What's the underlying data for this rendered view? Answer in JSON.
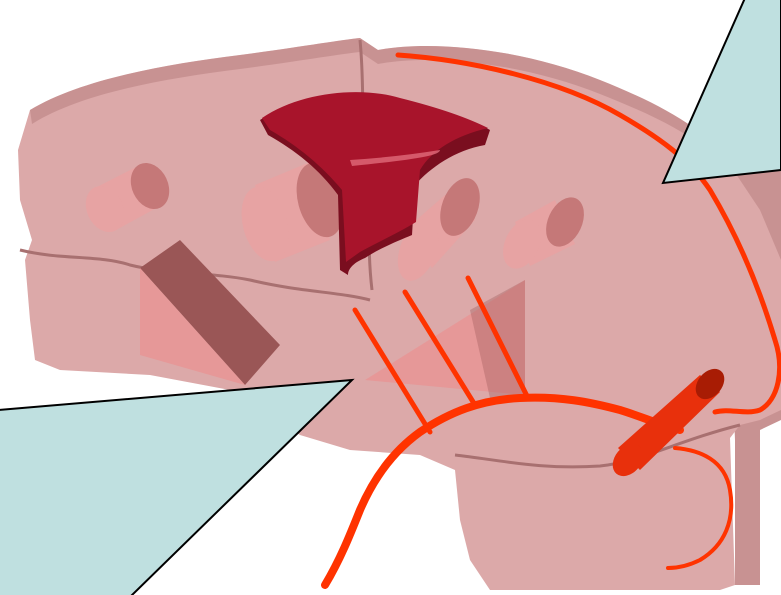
{
  "colors": {
    "background": "#ffffff",
    "block_fill": "#dca9a9",
    "block_side": "#c89292",
    "block_shadow": "#b88080",
    "block_crack": "#a87070",
    "solid_light": "#e7a3a3",
    "solid_dark": "#c57878",
    "prism_face": "#e69898",
    "prism_dark": "#9a5656",
    "ornament": "#a8142b",
    "ornament_dark": "#7a0e1f",
    "ornament_light": "#e06a7a",
    "red_line": "#ff3300",
    "rod": "#e8300c",
    "rod_dark": "#a81c04",
    "callout_fill": "#bfe0e0",
    "callout_stroke": "#000000"
  },
  "scene": {
    "block": "cut-away-block",
    "solids": [
      "cylinder",
      "cylinder",
      "cylinder",
      "cylinder"
    ],
    "prisms": [
      "triangular-prism",
      "triangular-prism"
    ],
    "ornament": "y-shaped-ornament",
    "rod": "red-cylinder-rod",
    "lines": [
      "red-curve",
      "red-branch-line"
    ],
    "callouts": [
      "callout-top-right",
      "callout-bottom-left"
    ]
  }
}
